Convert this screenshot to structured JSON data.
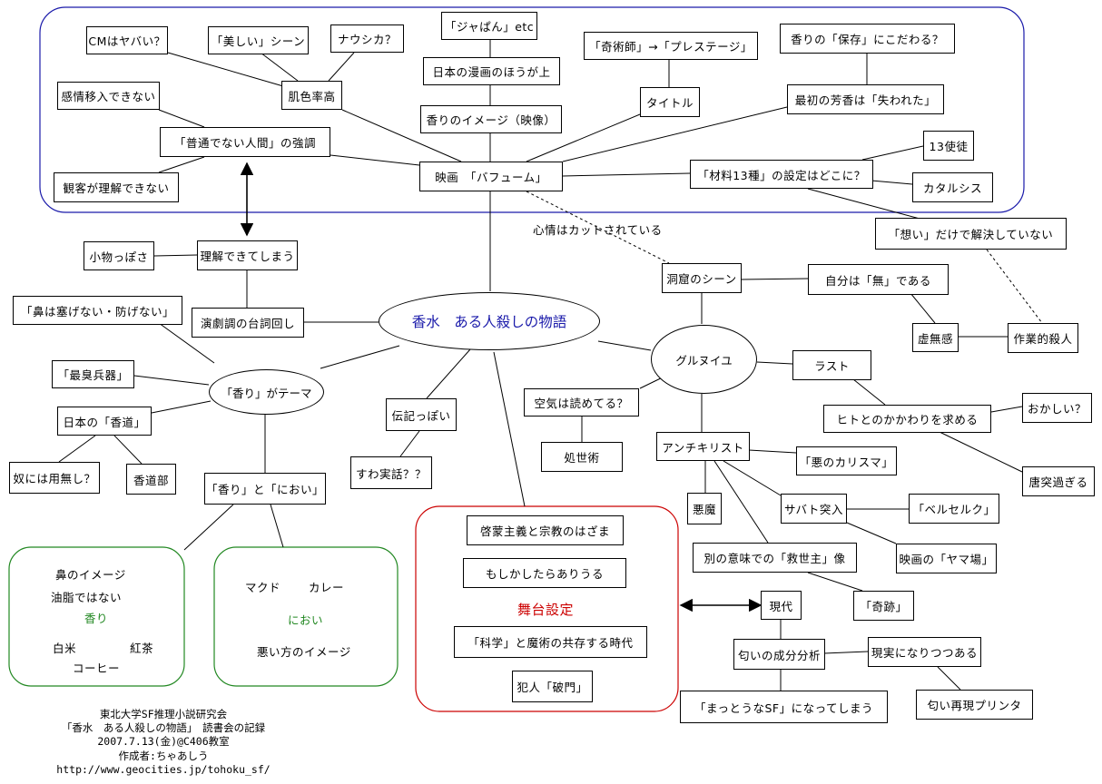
{
  "center": "香水　ある人殺しの物語",
  "colors": {
    "film_region": "#1a1aaa",
    "setting_region": "#cc0000",
    "smell_region": "#228822",
    "center_text": "#1a1aaa"
  },
  "film": {
    "title": "映画　「バフューム」",
    "cm_yabai": "CMはヤバい？",
    "utsukushii_scene": "「美しい」シーン",
    "nausicaa": "ナウシカ？",
    "hadairo": "肌色率高",
    "kanjou": "感情移入できない",
    "futsuu": "「普通でない人間」の強調",
    "kankyaku": "観客が理解できない",
    "japan_etc": "「ジャぱん」etc",
    "nihon_manga": "日本の漫画のほうが上",
    "kaori_image": "香りのイメージ（映像）",
    "kijutsushi": "「奇術師」→「プレステージ」",
    "title_node": "タイトル",
    "hozon": "香りの「保存」にこだわる？",
    "saisho": "最初の芳香は「失われた」",
    "zairyou": "「材料13種」の設定はどこに？",
    "shito13": "13使徒",
    "katarushisu": "カタルシス"
  },
  "omoi": "「想い」だけで解決していない",
  "shinjou": "心情はカットされている",
  "left": {
    "rikai": "理解できてしまう",
    "komono": "小物っぽさ",
    "engeki": "演劇調の台詞回し",
    "hana_fusage": "「鼻は塞げない・防げない」",
    "saishuu": "「最臭兵器」",
    "theme": "「香り」がテーマ",
    "koudou": "日本の「香道」",
    "yatsu": "奴には用無し？",
    "koudoubu": "香道部",
    "kaori_nioi": "「香り」と「におい」"
  },
  "kaori_panel": {
    "l1": "鼻のイメージ",
    "l2": "油脂ではない",
    "title": "香り",
    "l3a": "白米",
    "l3b": "紅茶",
    "l4": "コーヒー"
  },
  "nioi_panel": {
    "l1a": "マクド",
    "l1b": "カレー",
    "title": "におい",
    "l2": "悪い方のイメージ"
  },
  "middle": {
    "denki": "伝記っぽい",
    "suwa": "すわ実話？？"
  },
  "setting": {
    "title": "舞台設定",
    "keimou": "啓蒙主義と宗教のはざま",
    "moshika": "もしかしたらありうる",
    "kagaku": "「科学」と魔術の共存する時代",
    "hannin": "犯人「破門」"
  },
  "right": {
    "doukutsu": "洞窟のシーン",
    "jibun_mu": "自分は「無」である",
    "kyomukan": "虚無感",
    "sagyou": "作業的殺人",
    "grenouille": "グルヌイユ",
    "kuuki": "空気は読めてる？",
    "shoseijutsu": "処世術",
    "last": "ラスト",
    "hito": "ヒトとのかかわりを求める",
    "okashii": "おかしい？",
    "toutotsu": "唐突過ぎる",
    "antichrist": "アンチキリスト",
    "aku_charisma": "「悪のカリスマ」",
    "akuma": "悪魔",
    "sabato": "サバト突入",
    "berserk": "「ベルセルク」",
    "yamaba": "映画の「ヤマ場」",
    "kyuuseishu": "別の意味での「救世主」像",
    "kiseki": "「奇跡」",
    "gendai": "現代",
    "seibun": "匂いの成分分析",
    "genjitsu": "現実になりつつある",
    "printer": "匂い再現プリンタ",
    "mattou": "「まっとうなSF」になってしまう"
  },
  "credits": {
    "line1": "東北大学SF推理小説研究会",
    "line2": "「香水　ある人殺しの物語」　読書会の記録",
    "line3": "2007.7.13(金)@C406教室",
    "line4": "作成者:ちゃあしう",
    "line5": "http://www.geocities.jp/tohoku_sf/"
  }
}
